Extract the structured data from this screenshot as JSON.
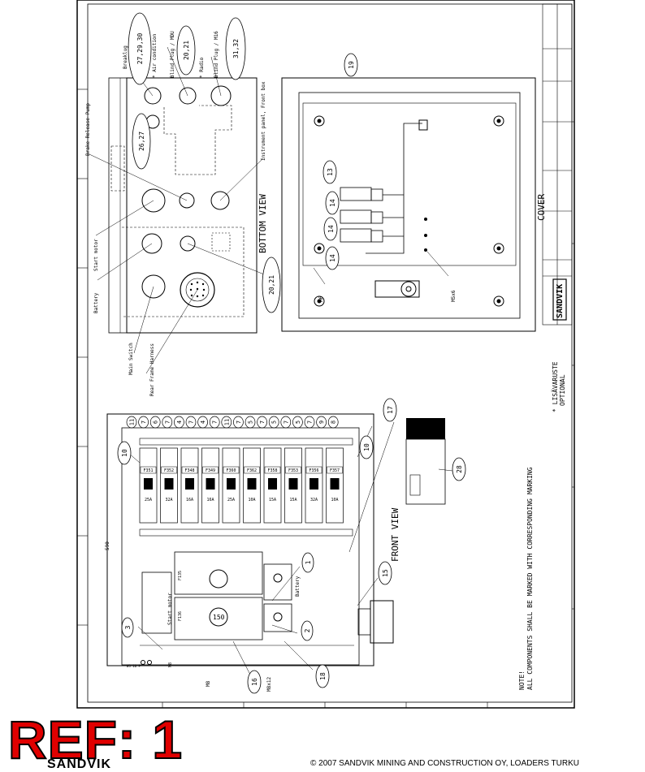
{
  "reference": "REF: 1",
  "footer": {
    "logo": "SANDVIK",
    "copyright": "© 2007 SANDVIK MINING AND CONSTRUCTION OY, LOADERS TURKU"
  },
  "views": {
    "bottom": "BOTTOM VIEW",
    "front": "FRONT VIEW",
    "cover": "COVER"
  },
  "optional_note": {
    "line1": "* LISÄVARUSTE",
    "line2": "OPTIONAL"
  },
  "note": {
    "line1": "NOTE!",
    "line2": "ALL COMPONENTS SHALL BE MARKED WITH CORRESPONDING MARKING"
  },
  "logo": "SANDVIK",
  "bottom_labels": {
    "breaklug": "Breaklug",
    "air_conditioning": "* Air condition",
    "blind_plug_mdu": "Blind Plug / MDU",
    "radio": "* Radio",
    "blind_plug_m16": "Blind Plug / M16",
    "brake_release_pump": "Brake Release Pump",
    "instrument_panel": "Instrument panel, Front box",
    "start_motor": "Start motor",
    "battery": "Battery",
    "main_switch": "Main Switch",
    "rear_frame_harness": "Rear Frame Harness"
  },
  "front_labels": {
    "start_motor": "Start motor",
    "battery": "Battery",
    "m8": "M8",
    "m8x12": "M8x12",
    "m6": "M6",
    "m5x6": "M5x6",
    "ws_label": "WS 10 P",
    "dim": "590"
  },
  "balloons": {
    "b27": "27,29,30",
    "b2021a": "20,21",
    "b3132": "31,32",
    "b2627": "26,27",
    "b2021b": "20,21",
    "b19": "19",
    "b13": "13",
    "b14a": "14",
    "b14b": "14",
    "b14c": "14",
    "b17": "17",
    "b10a": "10",
    "b10b": "10",
    "b28": "28",
    "b15": "15",
    "b1": "1",
    "b2": "2",
    "b3": "3",
    "b16": "16",
    "b18": "18"
  },
  "top_balloons": [
    "11",
    "7",
    "6",
    "7",
    "4",
    "7",
    "4",
    "7",
    "11",
    "7",
    "5",
    "7",
    "5",
    "7",
    "5",
    "7",
    "9",
    "8"
  ],
  "fuses": [
    "F351",
    "F352",
    "F348",
    "F349",
    "F360",
    "F362",
    "F358",
    "F353",
    "F356",
    "F357"
  ],
  "amps": [
    "25A",
    "32A",
    "16A",
    "16A",
    "25A",
    "10A",
    "15A",
    "15A",
    "32A",
    "10A"
  ],
  "relay_labels": {
    "f135": "F135",
    "f136": "F136",
    "k150": "150"
  }
}
